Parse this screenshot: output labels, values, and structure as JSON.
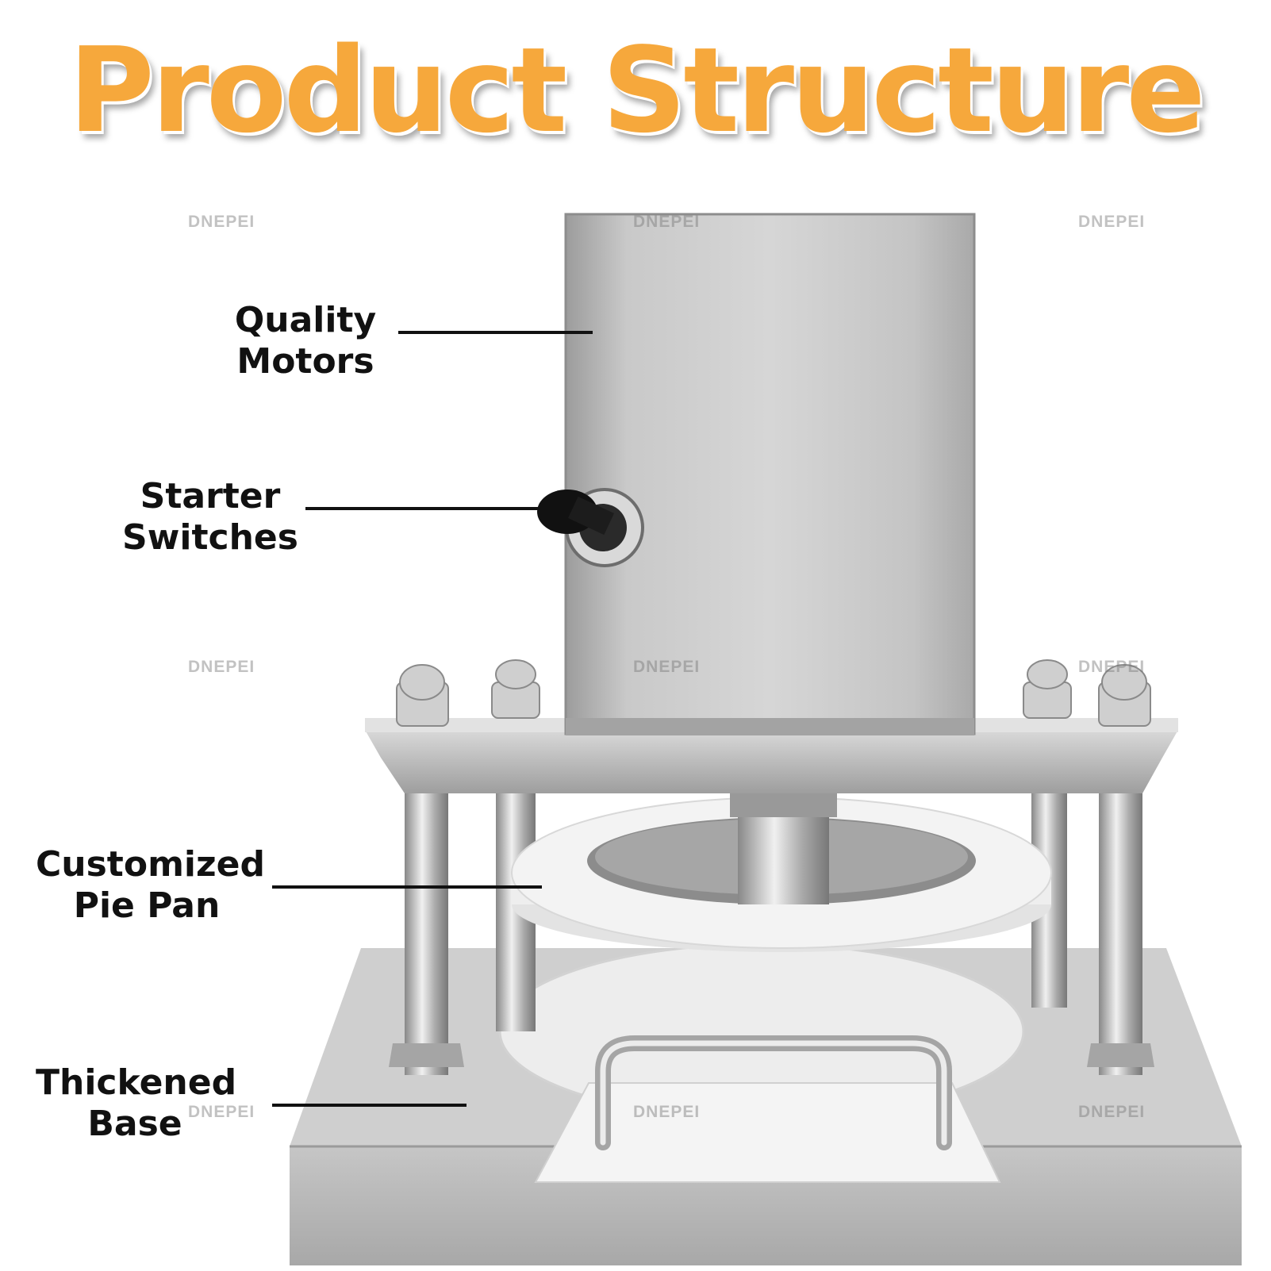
{
  "title": "Product Structure",
  "watermark": "DNEPEI",
  "labels": [
    {
      "id": "quality-motors",
      "lines": [
        "Quality",
        "Motors"
      ]
    },
    {
      "id": "starter-switches",
      "lines": [
        "Starter",
        "Switches"
      ]
    },
    {
      "id": "customized-pie-pan",
      "lines": [
        "Customized",
        "Pie Pan"
      ]
    },
    {
      "id": "thickened-base",
      "lines": [
        "Thickened",
        "Base"
      ]
    }
  ],
  "colors": {
    "title": "#f6a83c",
    "label_text": "#111111",
    "steel": "#b9b9b9",
    "plastic": "#ececec"
  }
}
